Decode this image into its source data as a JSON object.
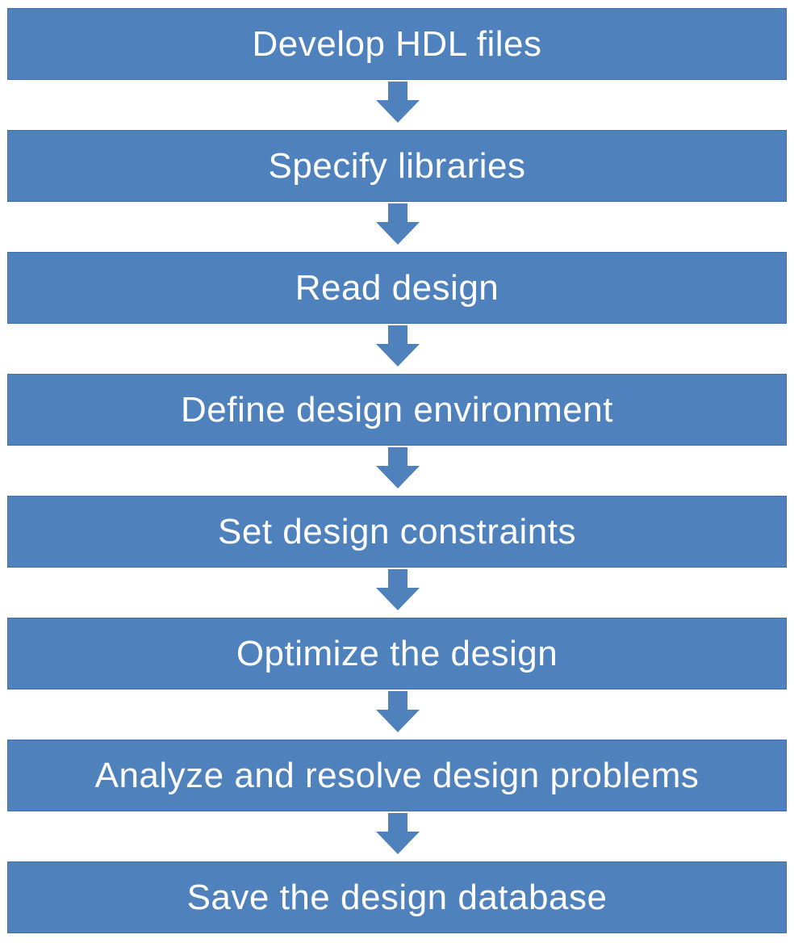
{
  "flowchart": {
    "steps": [
      {
        "label": "Develop HDL files"
      },
      {
        "label": "Specify libraries"
      },
      {
        "label": "Read design"
      },
      {
        "label": "Define design environment"
      },
      {
        "label": "Set design constraints"
      },
      {
        "label": "Optimize the design"
      },
      {
        "label": "Analyze and resolve design problems"
      },
      {
        "label": "Save the design database"
      }
    ],
    "colors": {
      "box_fill": "#4f81bd",
      "box_border": "#426fa8",
      "text": "#ffffff",
      "arrow_fill": "#4f81bd"
    }
  }
}
